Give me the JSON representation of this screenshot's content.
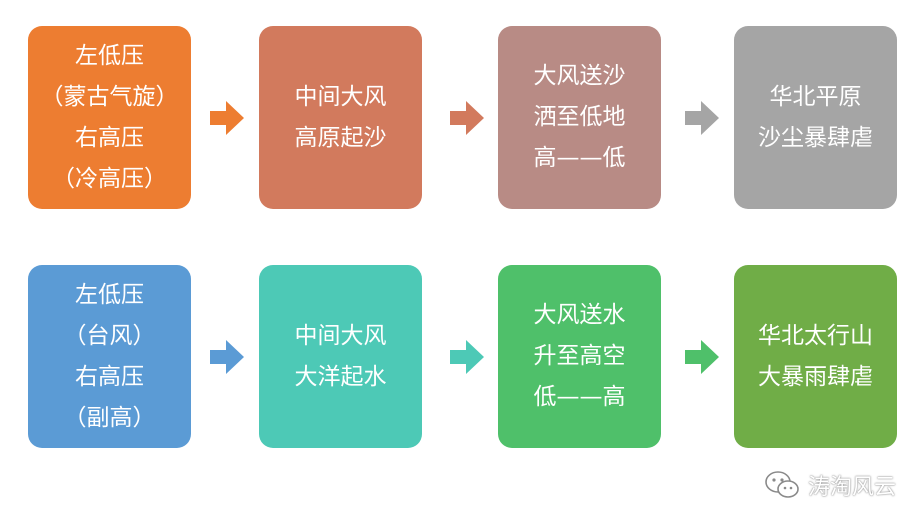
{
  "rows": [
    {
      "boxes": [
        {
          "lines": [
            "左低压",
            "（蒙古气旋）",
            "右高压",
            "（冷高压）"
          ],
          "color": "#ED7D31"
        },
        {
          "lines": [
            "中间大风",
            "高原起沙"
          ],
          "color": "#D27A5D"
        },
        {
          "lines": [
            "大风送沙",
            "洒至低地",
            "高——低"
          ],
          "color": "#B88B85"
        },
        {
          "lines": [
            "华北平原",
            "沙尘暴肆虐"
          ],
          "color": "#A5A5A5"
        }
      ],
      "arrow_colors": [
        "#ED7D31",
        "#D27A5D",
        "#A5A5A5"
      ]
    },
    {
      "boxes": [
        {
          "lines": [
            "左低压",
            "（台风）",
            "右高压",
            "（副高）"
          ],
          "color": "#5B9BD5"
        },
        {
          "lines": [
            "中间大风",
            "大洋起水"
          ],
          "color": "#4DC9B6"
        },
        {
          "lines": [
            "大风送水",
            "升至高空",
            "低——高"
          ],
          "color": "#4FC06A"
        },
        {
          "lines": [
            "华北太行山",
            "大暴雨肆虐"
          ],
          "color": "#70AD47"
        }
      ],
      "arrow_colors": [
        "#5B9BD5",
        "#4DC9B6",
        "#4FC06A"
      ]
    }
  ],
  "watermark": {
    "text": "涛淘风云",
    "icon": "wechat-icon"
  }
}
